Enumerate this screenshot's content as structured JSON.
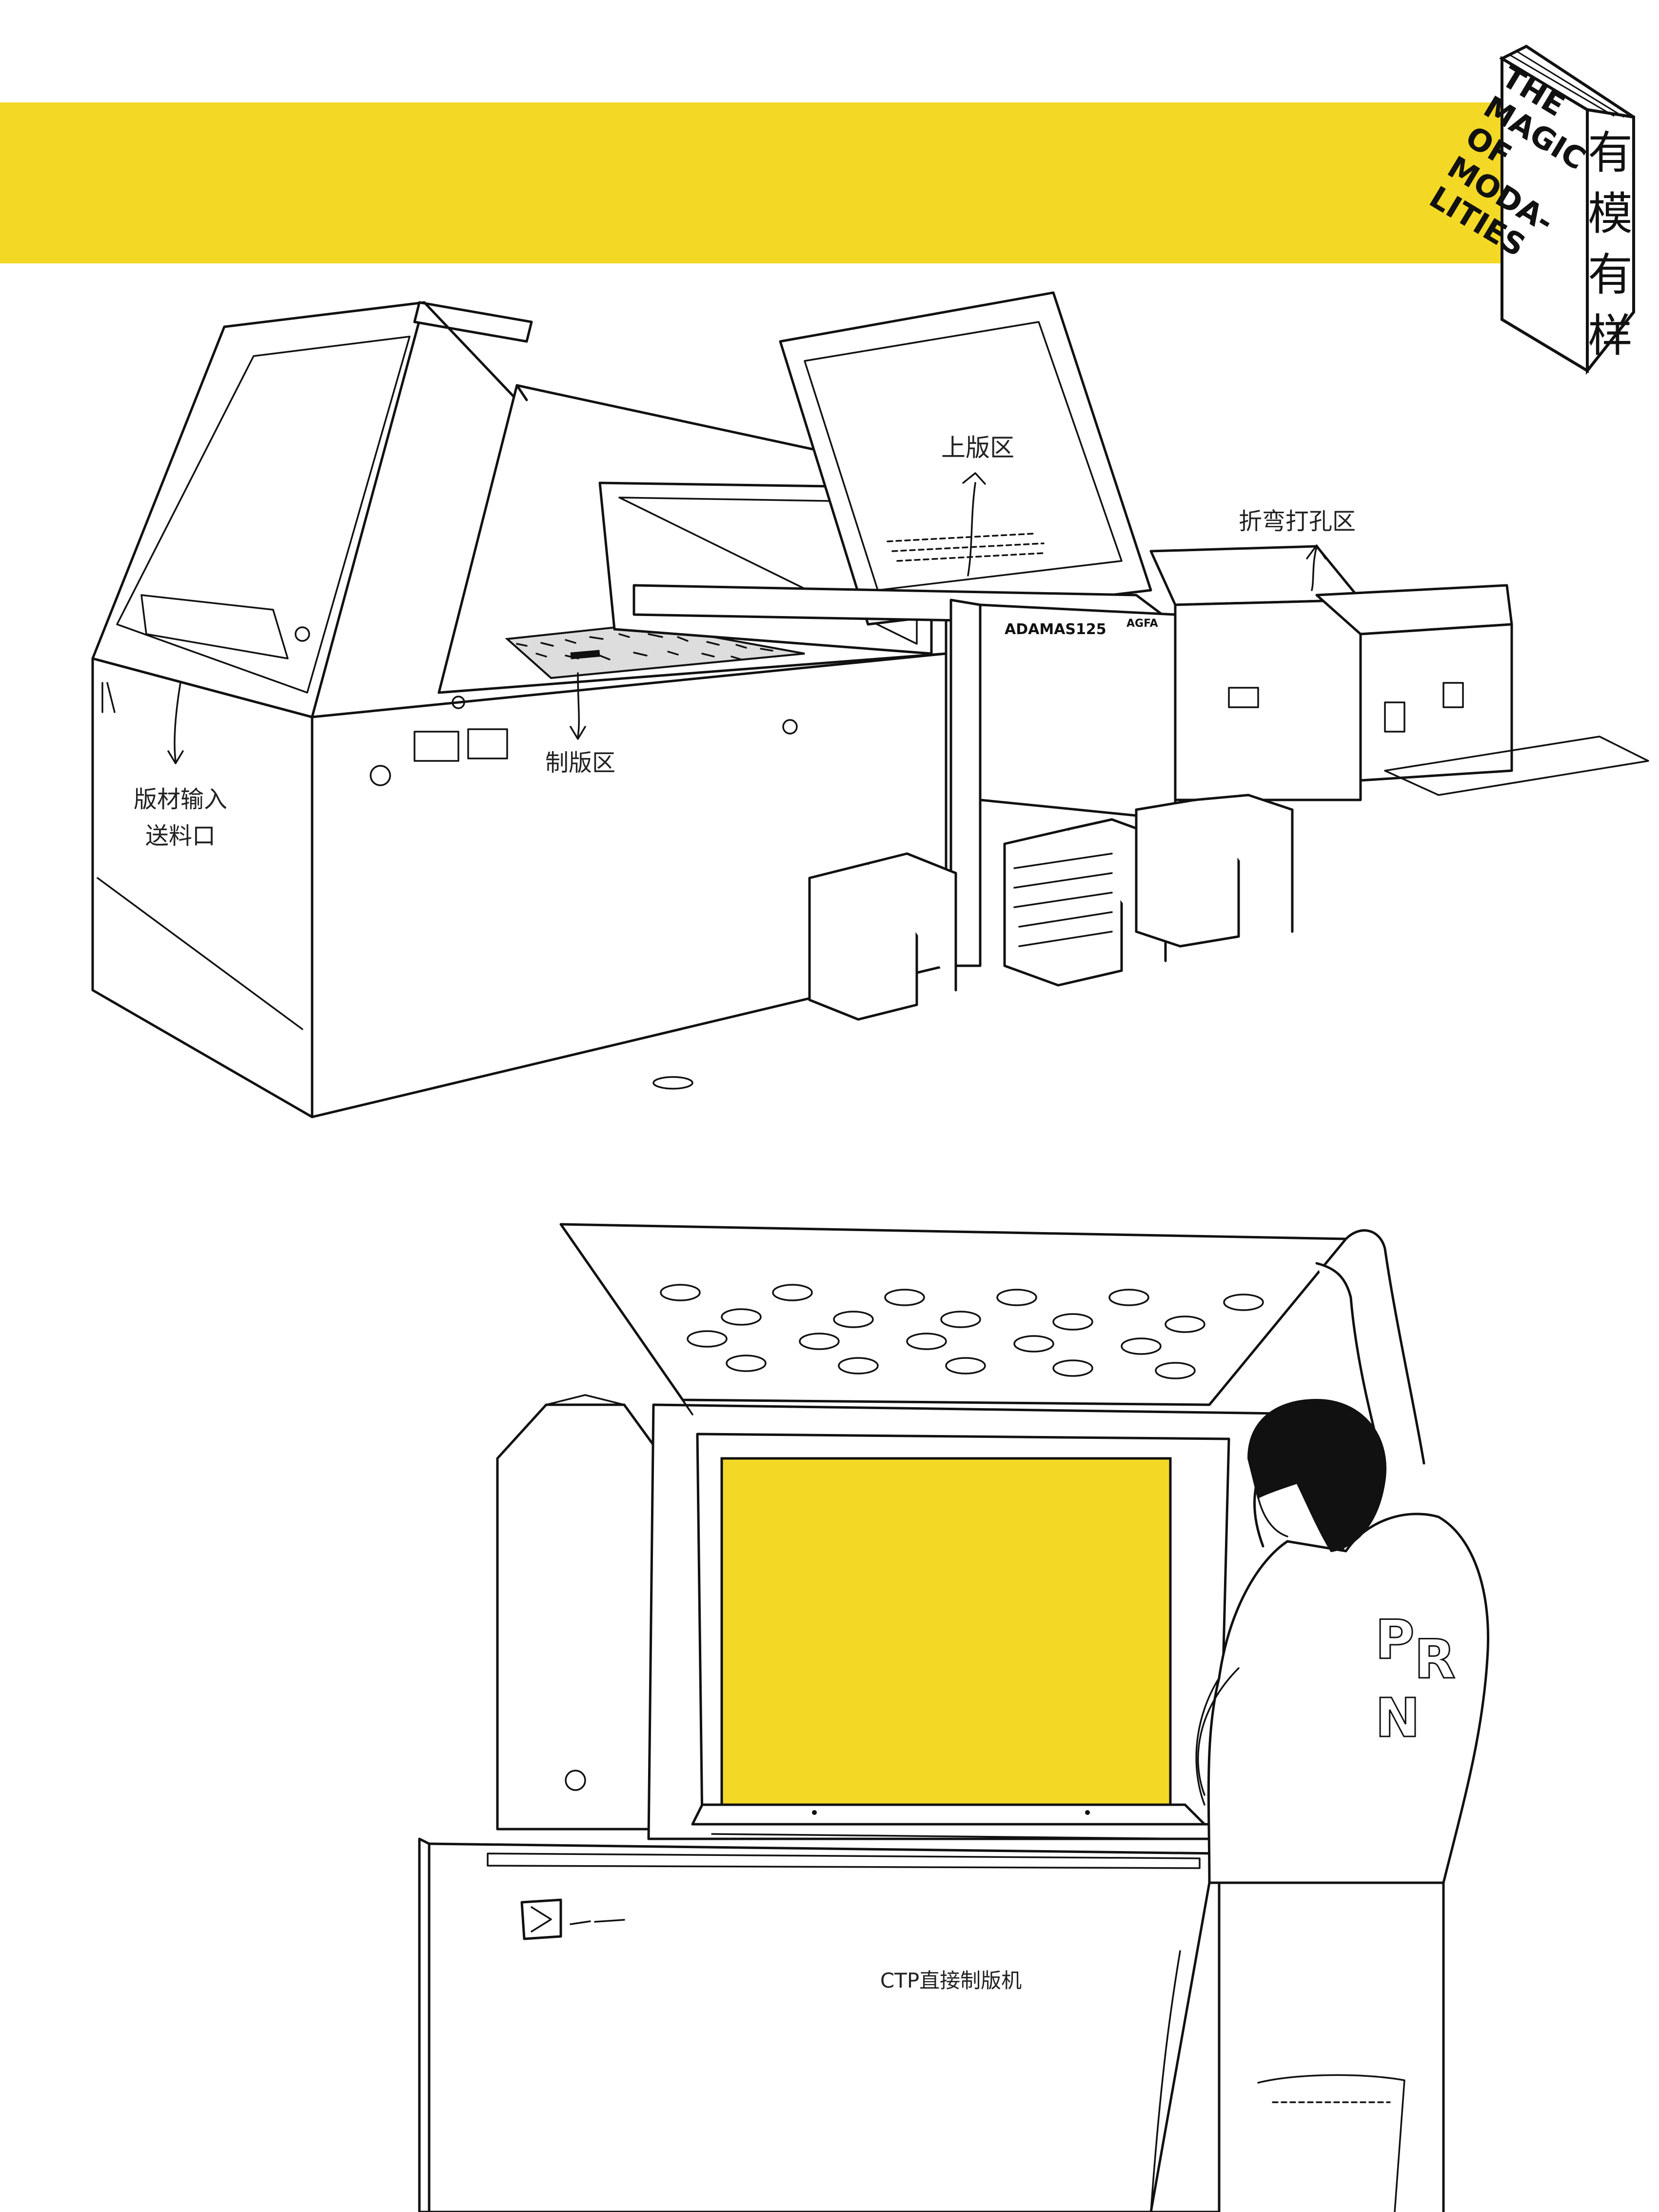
{
  "brand": {
    "title_en_lines": [
      "THE",
      "MAGIC",
      "OF",
      "MODA-",
      "LITIES"
    ],
    "title_cn_chars": [
      "有",
      "模",
      "有",
      "样"
    ],
    "accent_color": "#f4d826"
  },
  "scene_top": {
    "labels": {
      "plate_loading": "上版区",
      "bending_punching": "折弯打孔区",
      "imaging": "制版区",
      "feed_line1": "版材输入",
      "feed_line2": "送料口"
    },
    "machine_marks": {
      "model": "ADAMAS125",
      "brand": "AGFA"
    }
  },
  "scene_bottom": {
    "caption": "CTP直接制版机",
    "shirt_letters": [
      "P",
      "R",
      "N"
    ],
    "plate_color": "#f4d826"
  }
}
